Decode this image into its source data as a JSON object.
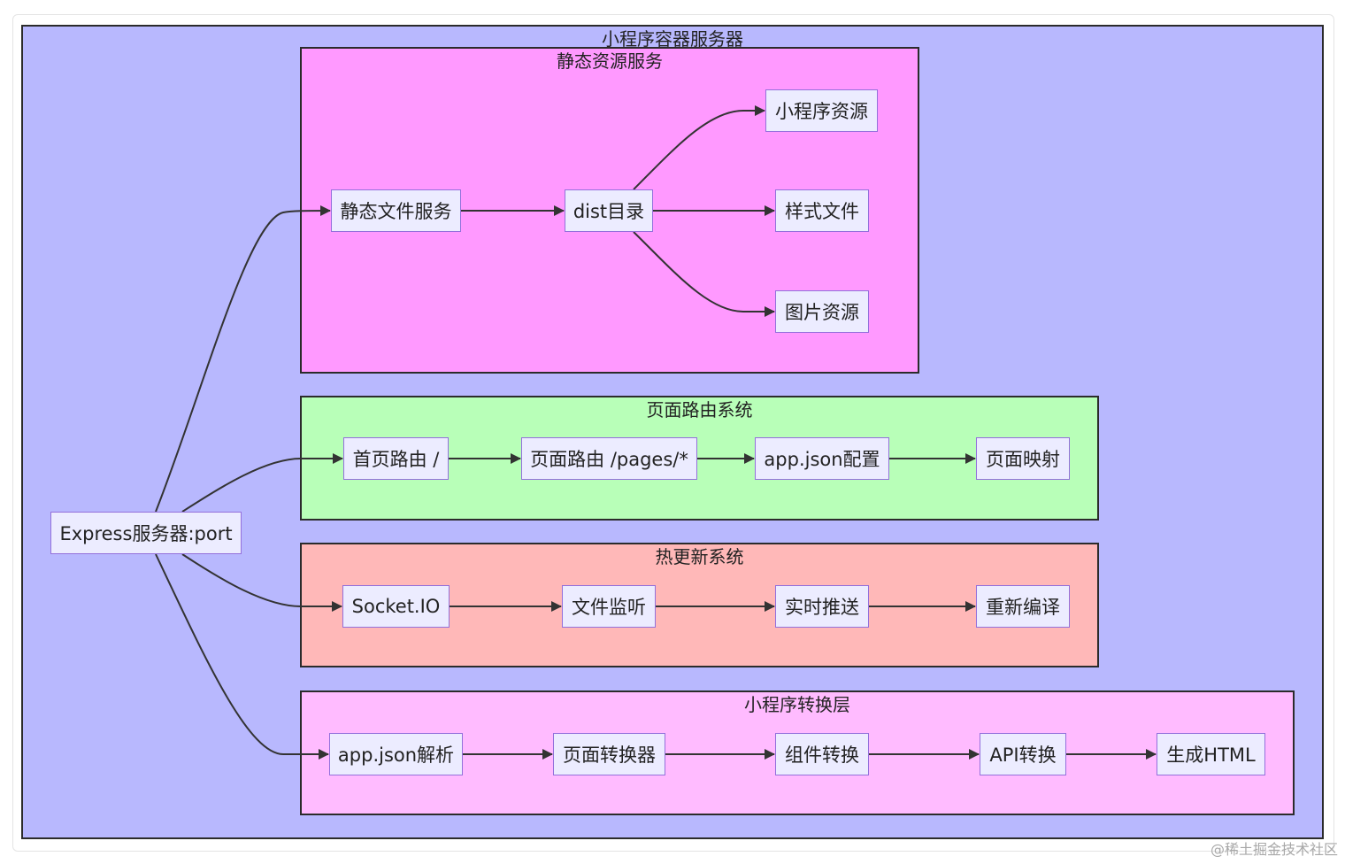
{
  "diagram": {
    "clusters": {
      "container": {
        "title": "小程序容器服务器",
        "fill": "#b8b8fe"
      },
      "static": {
        "title": "静态资源服务",
        "fill": "#ff99ff"
      },
      "router": {
        "title": "页面路由系统",
        "fill": "#b8ffb8"
      },
      "hotreload": {
        "title": "热更新系统",
        "fill": "#ffb8b8"
      },
      "transform": {
        "title": "小程序转换层",
        "fill": "#ffbbff"
      }
    },
    "nodes": {
      "express": "Express服务器:port",
      "static_file": "静态文件服务",
      "dist": "dist目录",
      "mp_resource": "小程序资源",
      "style_file": "样式文件",
      "image_resource": "图片资源",
      "home_route": "首页路由 /",
      "page_route": "页面路由 /pages/*",
      "app_json_config": "app.json配置",
      "page_mapping": "页面映射",
      "socket_io": "Socket.IO",
      "file_watch": "文件监听",
      "realtime_push": "实时推送",
      "recompile": "重新编译",
      "app_json_parse": "app.json解析",
      "page_converter": "页面转换器",
      "component_convert": "组件转换",
      "api_convert": "API转换",
      "generate_html": "生成HTML"
    },
    "edges": [
      [
        "express",
        "static_file"
      ],
      [
        "express",
        "home_route"
      ],
      [
        "express",
        "socket_io"
      ],
      [
        "express",
        "app_json_parse"
      ],
      [
        "static_file",
        "dist"
      ],
      [
        "dist",
        "mp_resource"
      ],
      [
        "dist",
        "style_file"
      ],
      [
        "dist",
        "image_resource"
      ],
      [
        "home_route",
        "page_route"
      ],
      [
        "page_route",
        "app_json_config"
      ],
      [
        "app_json_config",
        "page_mapping"
      ],
      [
        "socket_io",
        "file_watch"
      ],
      [
        "file_watch",
        "realtime_push"
      ],
      [
        "realtime_push",
        "recompile"
      ],
      [
        "app_json_parse",
        "page_converter"
      ],
      [
        "page_converter",
        "component_convert"
      ],
      [
        "component_convert",
        "api_convert"
      ],
      [
        "api_convert",
        "generate_html"
      ]
    ]
  },
  "watermark": "@稀土掘金技术社区"
}
